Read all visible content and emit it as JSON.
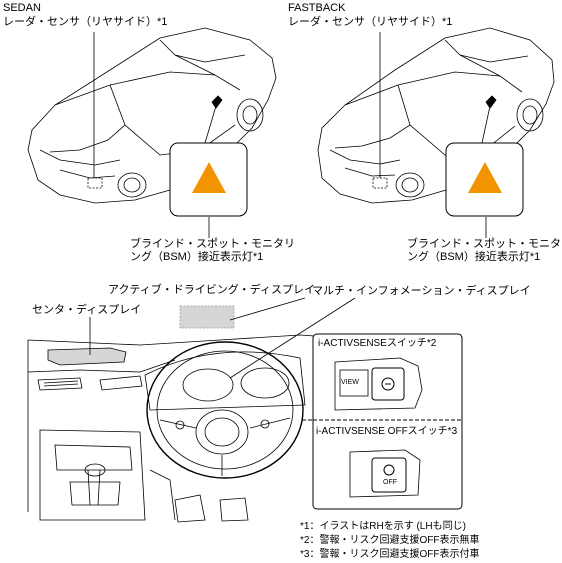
{
  "sedan": {
    "title": "SEDAN",
    "sensor_label": "レーダ・センサ（リヤサイド）*1",
    "bsm_label_line1": "ブラインド・スポット・モニタリ",
    "bsm_label_line2": "ング（BSM）接近表示灯*1"
  },
  "fastback": {
    "title": "FASTBACK",
    "sensor_label": "レーダ・センサ（リヤサイド）*1",
    "bsm_label_line1": "ブラインド・スポット・モニタリ",
    "bsm_label_line2": "ング（BSM）接近表示灯*1"
  },
  "cockpit": {
    "active_driving_display": "アクティブ・ドライビング・ディスプレイ",
    "multi_info_display": "マルチ・インフォメーション・ディスプレイ",
    "center_display": "センタ・ディスプレイ",
    "switch1_label": "i-ACTIVSENSEスイッチ*2",
    "switch2_label": "i-ACTIVSENSE OFFスイッチ*3",
    "switch_off_text": "OFF",
    "view_text": "VIEW"
  },
  "notes": [
    "*1：イラストはRHを示す (LHも同じ)",
    "*2：警報・リスク回避支援OFF表示無車",
    "*3：警報・リスク回避支援OFF表示付車"
  ],
  "colors": {
    "warning_triangle": "#F29400",
    "display_fill": "#D6D6D6",
    "line": "#000000"
  }
}
